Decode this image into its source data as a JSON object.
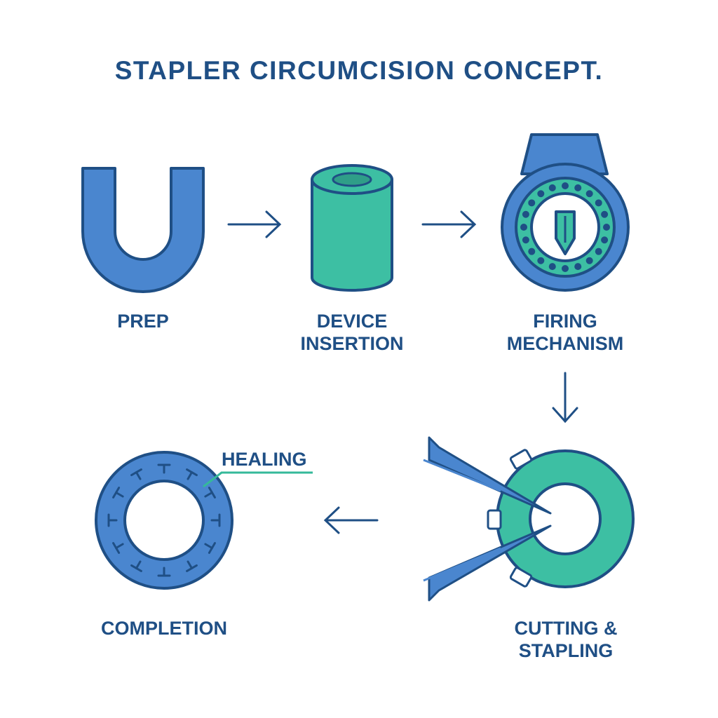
{
  "title": "STAPLER CIRCUMCISION CONCEPT.",
  "steps": [
    {
      "lines": [
        "PREP"
      ]
    },
    {
      "lines": [
        "DEVICE",
        "INSERTION"
      ]
    },
    {
      "lines": [
        "FIRING",
        "MECHANISM"
      ]
    },
    {
      "lines": [
        "CUTTING &",
        "STAPLING"
      ]
    },
    {
      "lines": [
        "COMPLETION"
      ]
    }
  ],
  "callout": "HEALING",
  "colors": {
    "outline": "#1f4f85",
    "blue_fill": "#4a86cf",
    "teal_fill": "#3dbfa3",
    "accent_line": "#35b99a"
  },
  "icons": [
    "u-shape-icon",
    "cylinder-icon",
    "stapler-ring-icon",
    "cutting-ring-icon",
    "stapled-ring-icon",
    "arrow-icon"
  ]
}
